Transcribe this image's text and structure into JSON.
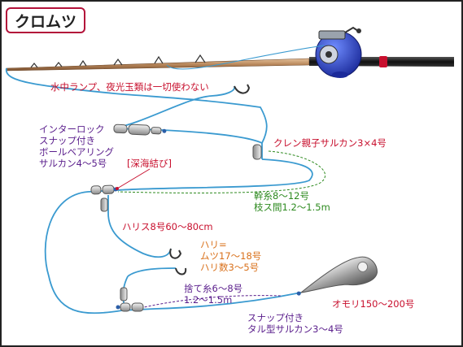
{
  "title": "クロムツ",
  "labels": {
    "lamp": "水中ランプ、夜光玉類は一切使わない",
    "interlock": [
      "インターロック",
      "スナップ付き",
      "ボールベアリング",
      "サルカン4～5号"
    ],
    "knot": "[深海結び]",
    "kuren": "クレン親子サルカン3×4号",
    "mainline": [
      "幹糸8～12号",
      "枝ス間1.2～1.5m"
    ],
    "harisu": "ハリス8号60～80cm",
    "hook": [
      "ハリ=",
      "ムツ17～18号",
      "ハリ数3～5号"
    ],
    "sutei": [
      "捨て糸6～8号",
      "1.2～1.5m"
    ],
    "snap": [
      "スナップ付き",
      "タル型サルカン3～4号"
    ],
    "sinker": "オモリ150～200号"
  },
  "colors": {
    "line": "#3a9ad0",
    "red": "#c8102e",
    "green": "#2d8a1f",
    "orange": "#d9701a",
    "purple": "#5a1e8c",
    "title_border": "#b3123a"
  }
}
